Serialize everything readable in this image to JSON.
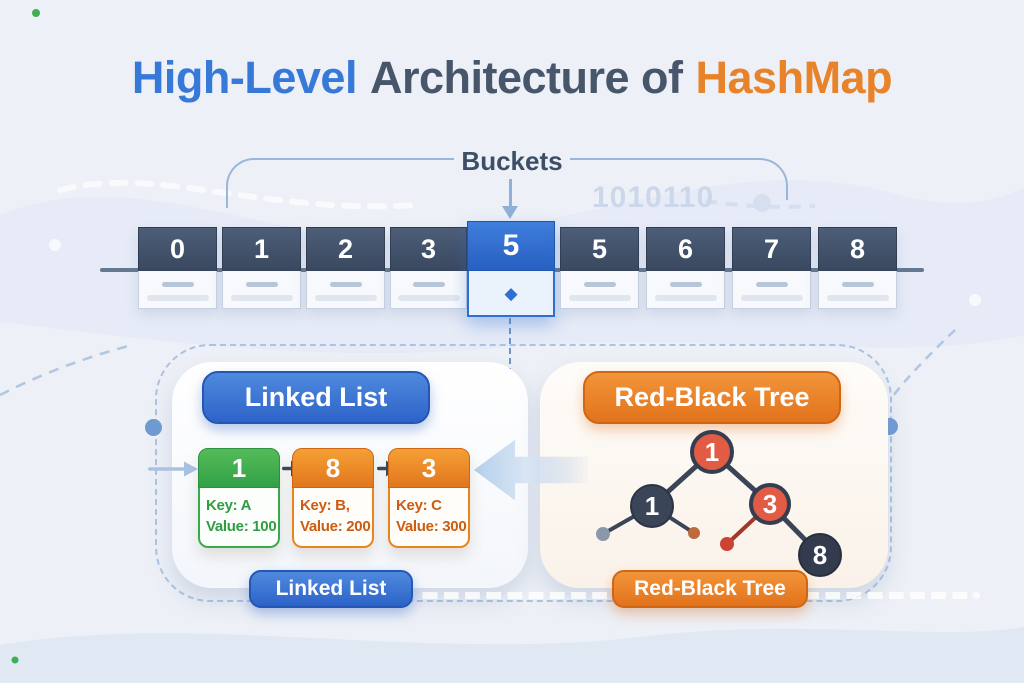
{
  "title": {
    "highlevel": "High-Level",
    "middle": "Architecture of",
    "product": "HashMap"
  },
  "array": {
    "label": "Buckets",
    "watermark": "1010110",
    "cells": [
      "0",
      "1",
      "2",
      "3",
      "5",
      "5",
      "6",
      "7",
      "8"
    ],
    "highlighted_index": 4
  },
  "icons": {
    "diamond": "◆"
  },
  "linked_list": {
    "title": "Linked List",
    "caption": "Linked List",
    "nodes": [
      {
        "number": "1",
        "key": "Key: A",
        "value": "Value: 100",
        "color_name": "green"
      },
      {
        "number": "8",
        "key": "Key: B,",
        "value": "Value: 200",
        "color_name": "orange"
      },
      {
        "number": "3",
        "key": "Key: C",
        "value": "Value: 300",
        "color_name": "orange"
      }
    ]
  },
  "red_black_tree": {
    "title": "Red-Black Tree",
    "caption": "Red-Black Tree",
    "node_labels": [
      "1",
      "1",
      "3",
      "8"
    ]
  },
  "colors": {
    "accent_blue": "#2e6fd1",
    "title_blue": "#3779d8",
    "title_dark": "#47566b",
    "title_orange": "#e8832a",
    "bucket_header": "#3c4a60",
    "green_node": "#3aa94d",
    "orange_node": "#e8831f",
    "tree_red": "#e25b45",
    "tree_black": "#3a4557"
  }
}
